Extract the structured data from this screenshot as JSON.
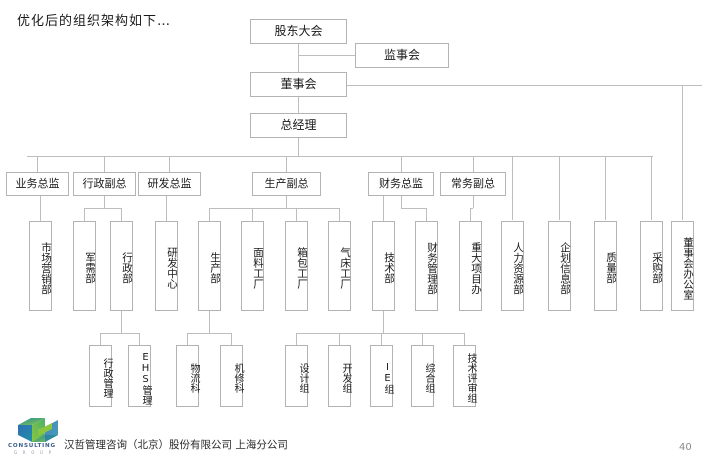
{
  "slide": {
    "title": "优化后的组织架构如下…",
    "page_number": "40",
    "footer": "汉哲管理咨询（北京）股份有限公司 上海分公司",
    "logo_word": "CONSULTING",
    "logo_word2": "G R O U P",
    "colors": {
      "box_border": "#b3b3b3",
      "connector": "#bdbdbd",
      "text": "#1a1a1a",
      "logo_teal": "#1f8fa4",
      "logo_blue": "#2f6fb5",
      "logo_green": "#8cc63f",
      "page_number": "#8a8a8a"
    }
  },
  "chart": {
    "level1": [
      {
        "id": "shareholders",
        "label": "股东大会"
      },
      {
        "id": "supervisory",
        "label": "监事会"
      },
      {
        "id": "board",
        "label": "董事会"
      },
      {
        "id": "gm",
        "label": "总经理"
      }
    ],
    "level2": [
      {
        "id": "biz-director",
        "label": "业务总监"
      },
      {
        "id": "admin-vp",
        "label": "行政副总"
      },
      {
        "id": "rd-director",
        "label": "研发总监"
      },
      {
        "id": "prod-vp",
        "label": "生产副总"
      },
      {
        "id": "fin-director",
        "label": "财务总监"
      },
      {
        "id": "exec-vp",
        "label": "常务副总"
      }
    ],
    "level3": [
      {
        "id": "marketing",
        "label": "市场营销部"
      },
      {
        "id": "military",
        "label": "军需部"
      },
      {
        "id": "admin-dept",
        "label": "行政部"
      },
      {
        "id": "rd-center",
        "label": "研发中心"
      },
      {
        "id": "production",
        "label": "生产部"
      },
      {
        "id": "fabric-factory",
        "label": "面料工厂"
      },
      {
        "id": "bag-factory",
        "label": "箱包工厂"
      },
      {
        "id": "airbed-factory",
        "label": "气床工厂"
      },
      {
        "id": "technology",
        "label": "技术部"
      },
      {
        "id": "finance-mgmt",
        "label": "财务管理部"
      },
      {
        "id": "major-project",
        "label": "重大项目办"
      },
      {
        "id": "hr",
        "label": "人力资源部"
      },
      {
        "id": "planning-info",
        "label": "企划信息部"
      },
      {
        "id": "quality",
        "label": "质量部"
      },
      {
        "id": "purchasing",
        "label": "采购部"
      },
      {
        "id": "board-office",
        "label": "董事会办公室"
      }
    ],
    "level4": [
      {
        "id": "admin-mgmt",
        "label": "行政管理"
      },
      {
        "id": "ehs-mgmt",
        "label": "EHS管理"
      },
      {
        "id": "logistics",
        "label": "物流科"
      },
      {
        "id": "maintenance",
        "label": "机修科"
      },
      {
        "id": "design-team",
        "label": "设计组"
      },
      {
        "id": "dev-team",
        "label": "开发组"
      },
      {
        "id": "ie-team",
        "label": "IE组"
      },
      {
        "id": "general-team",
        "label": "综合组"
      },
      {
        "id": "tech-review-team",
        "label": "技术评审组"
      }
    ]
  }
}
